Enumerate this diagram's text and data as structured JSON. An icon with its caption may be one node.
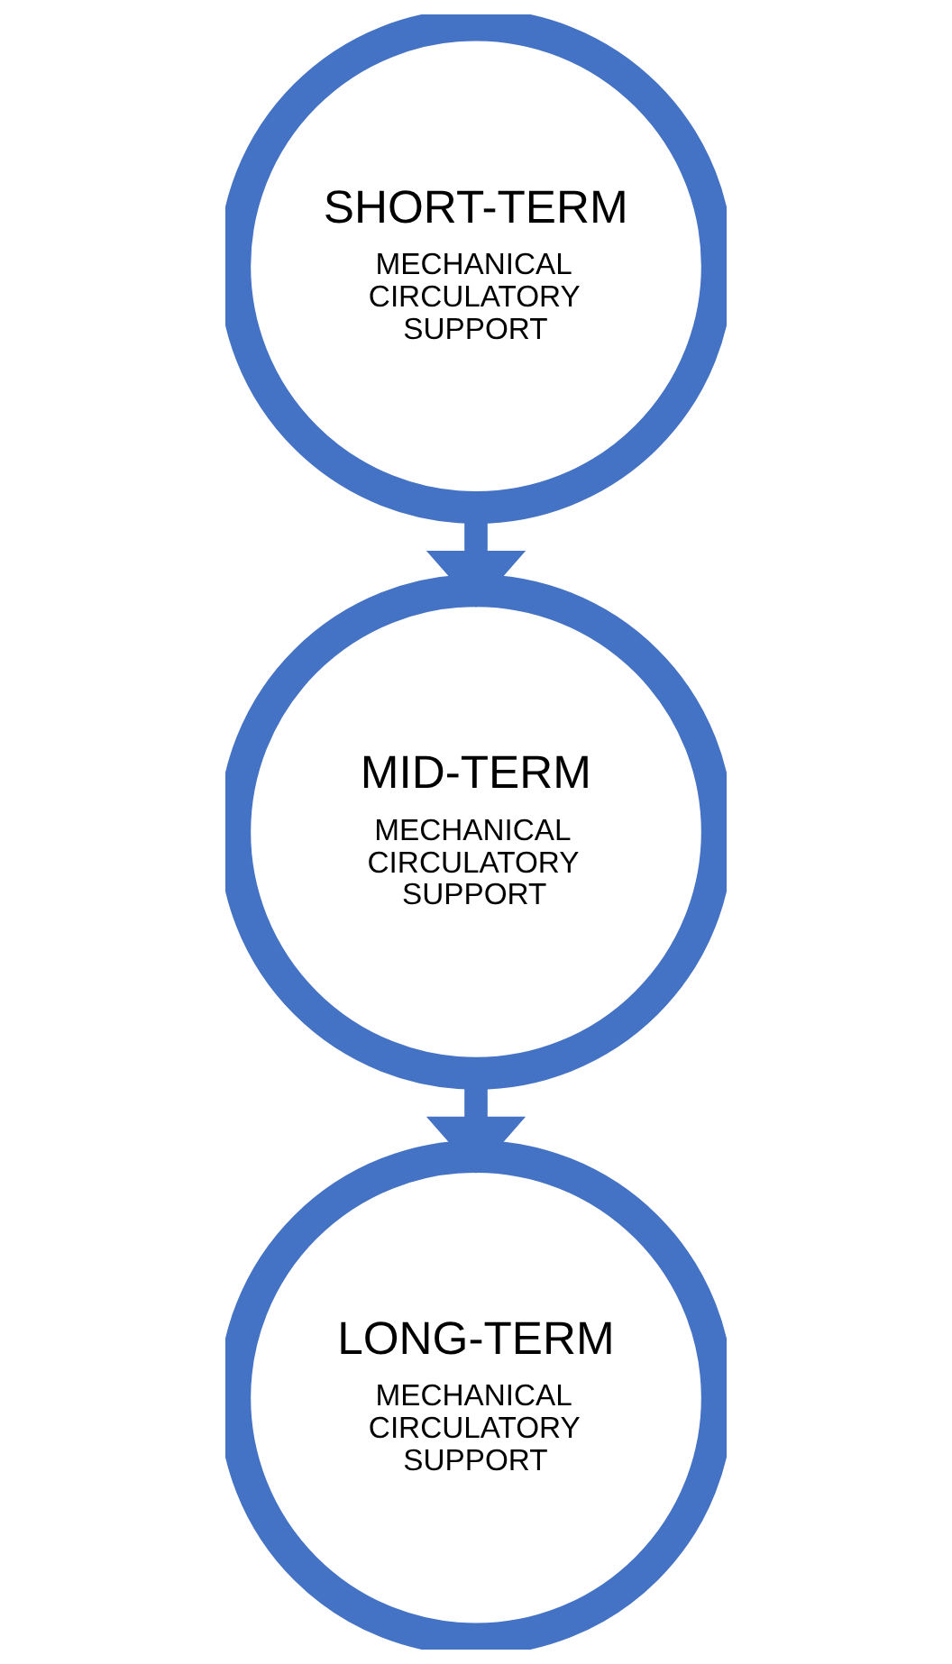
{
  "diagram": {
    "nodes": [
      {
        "text": [
          "SHORT-TERM",
          "MECHANICAL CIRCULATORY SUPPORT"
        ]
      },
      {
        "text": [
          "MID-TERM",
          "MECHANICAL CIRCULATORY SUPPORT"
        ]
      },
      {
        "text": [
          "LONG-TERM",
          "MECHANICAL CIRCULATORY SUPPORT"
        ]
      }
    ],
    "edges": [
      {
        "from": 0,
        "to": 1,
        "arrow": "to"
      },
      {
        "from": 1,
        "to": 2,
        "arrow": "to"
      }
    ]
  }
}
